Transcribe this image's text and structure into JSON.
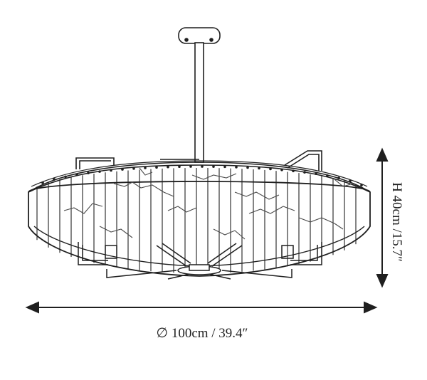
{
  "product": {
    "name": "",
    "style": "marble drum chandelier line drawing"
  },
  "dimensions": {
    "diameter_label": "∅ 100cm / 39.4″",
    "height_label": "H 40cm /15.7″"
  },
  "colors": {
    "line": "#1f1f1f",
    "veins": "#4a4a4a",
    "background": "#ffffff"
  }
}
